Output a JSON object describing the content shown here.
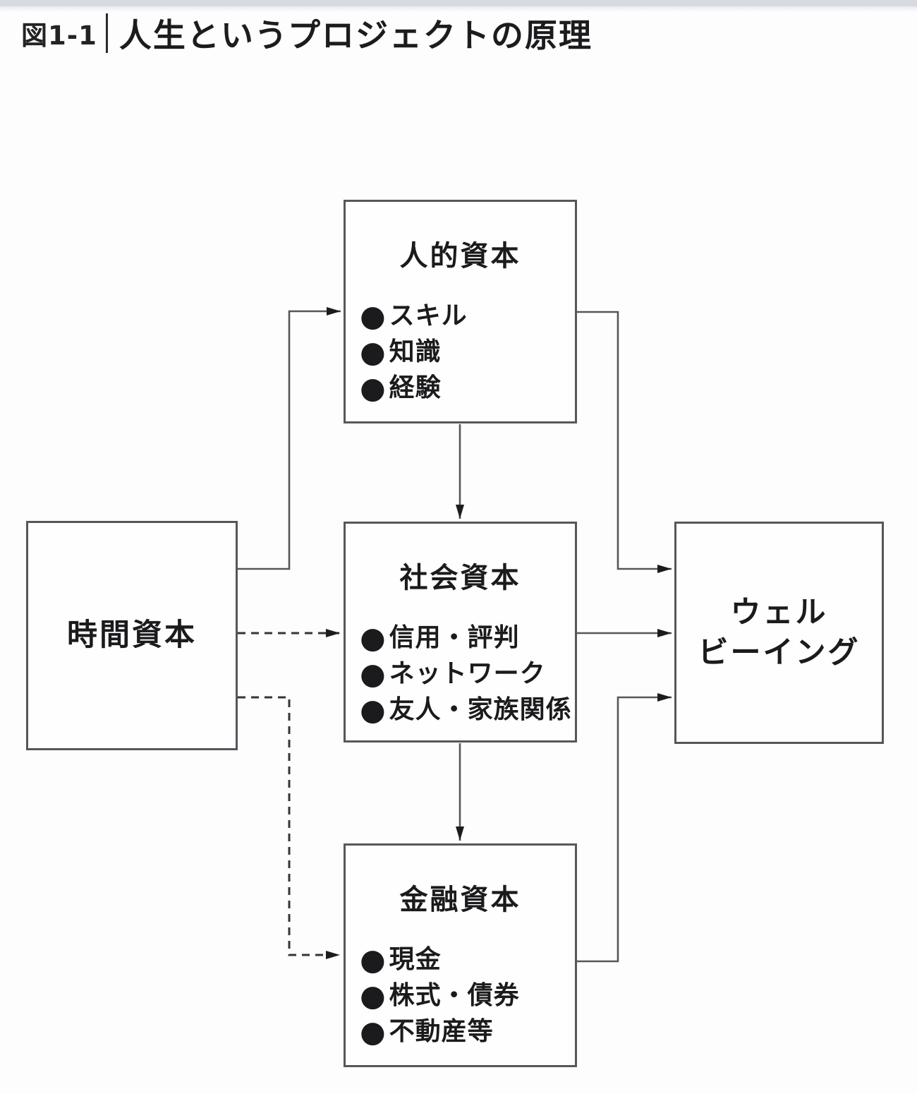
{
  "figure": {
    "label": "図1-1",
    "title": "人生というプロジェクトの原理"
  },
  "bullet_glyph": "●",
  "nodes": {
    "time": {
      "title": "時間資本"
    },
    "human": {
      "title": "人的資本",
      "items": [
        "スキル",
        "知識",
        "経験"
      ]
    },
    "social": {
      "title": "社会資本",
      "items": [
        "信用・評判",
        "ネットワーク",
        "友人・家族関係"
      ]
    },
    "financial": {
      "title": "金融資本",
      "items": [
        "現金",
        "株式・債券",
        "不動産等"
      ]
    },
    "wellbeing": {
      "title_lines": [
        "ウェル",
        "ビーイング"
      ]
    }
  },
  "edges": [
    {
      "from": "時間資本",
      "to": "人的資本",
      "style": "solid"
    },
    {
      "from": "時間資本",
      "to": "社会資本",
      "style": "dashed"
    },
    {
      "from": "時間資本",
      "to": "金融資本",
      "style": "dashed"
    },
    {
      "from": "人的資本",
      "to": "社会資本",
      "style": "solid"
    },
    {
      "from": "社会資本",
      "to": "金融資本",
      "style": "solid"
    },
    {
      "from": "人的資本",
      "to": "ウェルビーイング",
      "style": "solid"
    },
    {
      "from": "社会資本",
      "to": "ウェルビーイング",
      "style": "solid"
    },
    {
      "from": "金融資本",
      "to": "ウェルビーイング",
      "style": "solid"
    }
  ],
  "colors": {
    "background": "#fdfdfe",
    "top_strip": "#d8dae1",
    "text": "#1b1b1d",
    "box_border": "#54575b",
    "solid_line": "#55585b",
    "dashed_line": "#333538",
    "arrowhead": "#1c1c1e"
  }
}
